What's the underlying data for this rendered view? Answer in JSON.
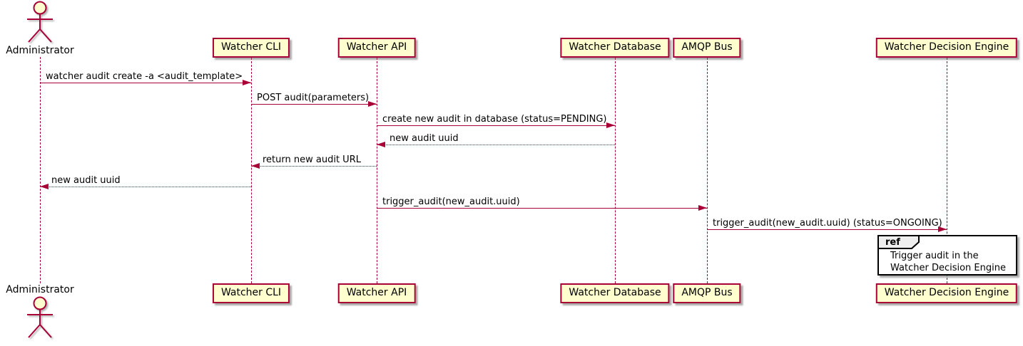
{
  "diagram": {
    "type": "uml-sequence-diagram",
    "actor": {
      "label": "Administrator"
    },
    "participants": [
      {
        "label": "Watcher CLI"
      },
      {
        "label": "Watcher API"
      },
      {
        "label": "Watcher Database"
      },
      {
        "label": "AMQP Bus"
      },
      {
        "label": "Watcher Decision Engine"
      }
    ],
    "messages": [
      {
        "label": "watcher audit create -a <audit_template>",
        "from": "Administrator",
        "to": "Watcher CLI",
        "line": "solid"
      },
      {
        "label": "POST audit(parameters)",
        "from": "Watcher CLI",
        "to": "Watcher API",
        "line": "solid"
      },
      {
        "label": "create new audit in database (status=PENDING)",
        "from": "Watcher API",
        "to": "Watcher Database",
        "line": "solid"
      },
      {
        "label": "new audit uuid",
        "from": "Watcher Database",
        "to": "Watcher API",
        "line": "dotted"
      },
      {
        "label": "return new audit URL",
        "from": "Watcher API",
        "to": "Watcher CLI",
        "line": "dotted"
      },
      {
        "label": "new audit uuid",
        "from": "Watcher CLI",
        "to": "Administrator",
        "line": "dotted"
      },
      {
        "label": "trigger_audit(new_audit.uuid)",
        "from": "Watcher API",
        "to": "AMQP Bus",
        "line": "solid"
      },
      {
        "label": "trigger_audit(new_audit.uuid) (status=ONGOING)",
        "from": "AMQP Bus",
        "to": "Watcher Decision Engine",
        "line": "solid"
      }
    ],
    "ref": {
      "tag": "ref",
      "line1": "Trigger audit in the",
      "line2": "Watcher Decision Engine"
    },
    "colors": {
      "border": "#A80036",
      "participant_fill": "#FEFECE",
      "actor_head_fill": "#FEFECE",
      "ref_border": "#000000",
      "ref_tag_fill": "#EEEEEE",
      "text": "#000000",
      "background": "#FFFFFF"
    }
  }
}
